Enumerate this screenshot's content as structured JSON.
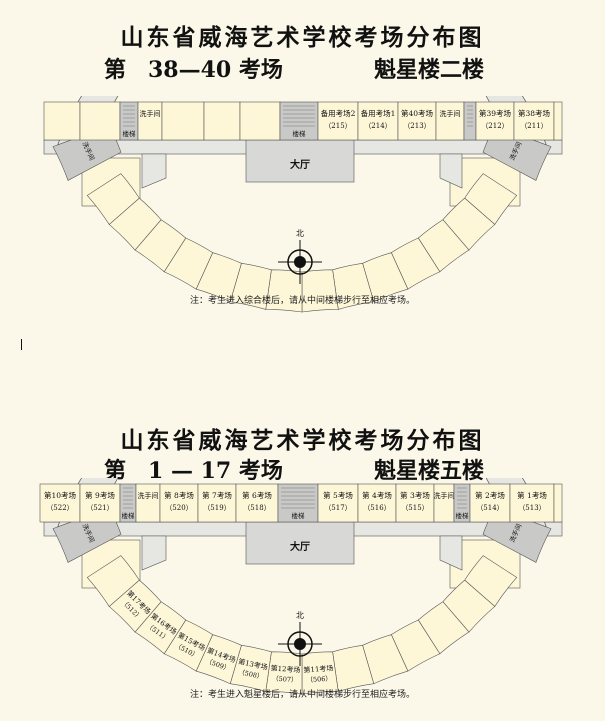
{
  "top": {
    "title": "山东省威海艺术学校考场分布图",
    "sub_left": "第　38—40 考场",
    "sub_right": "魁星楼二楼",
    "rooms": [
      {
        "label": "备用考场2",
        "code": "（215）"
      },
      {
        "label": "备用考场1",
        "code": "（214）"
      },
      {
        "label": "第40考场",
        "code": "（213）"
      },
      {
        "label": "第39考场",
        "code": "（212）"
      },
      {
        "label": "第38考场",
        "code": "（211）"
      }
    ],
    "washroom": "洗手间",
    "stairs": "楼梯",
    "hall": "大厅",
    "north": "北",
    "note": "注：考生进入综合楼后，请从中间楼梯步行至相应考场。"
  },
  "bottom": {
    "title": "山东省威海艺术学校考场分布图",
    "sub_left": "第　1 — 17 考场",
    "sub_right": "魁星楼五楼",
    "rooms": [
      {
        "label": "第10考场",
        "code": "（522）"
      },
      {
        "label": "第 9考场",
        "code": "（521）"
      },
      {
        "label": "第 8考场",
        "code": "（520）"
      },
      {
        "label": "第 7考场",
        "code": "（519）"
      },
      {
        "label": "第 6考场",
        "code": "（518）"
      },
      {
        "label": "第 5考场",
        "code": "（517）"
      },
      {
        "label": "第 4考场",
        "code": "（516）"
      },
      {
        "label": "第 3考场",
        "code": "（515）"
      },
      {
        "label": "第 2考场",
        "code": "（514）"
      },
      {
        "label": "第 1考场",
        "code": "（513）"
      }
    ],
    "arc_rooms": [
      {
        "label": "第11考场",
        "code": "（506）"
      },
      {
        "label": "第12考场",
        "code": "（507）"
      },
      {
        "label": "第13考场",
        "code": "（508）"
      },
      {
        "label": "第14考场",
        "code": "（509）"
      },
      {
        "label": "第15考场",
        "code": "（510）"
      },
      {
        "label": "第16考场",
        "code": "（511）"
      },
      {
        "label": "第17考场",
        "code": "（512）"
      }
    ],
    "washroom": "洗手间",
    "stairs": "楼梯",
    "hall": "大厅",
    "north": "北",
    "note": "注：考生进入魁星楼后，请从中间楼梯步行至相应考场。"
  },
  "colors": {
    "room_fill": "#fdf7d8",
    "corridor_fill": "#e6e6e2",
    "hall_fill": "#d8d8d6",
    "stair_fill": "#c9c9c7",
    "outline": "#555555",
    "background": "#fbf8e9"
  }
}
